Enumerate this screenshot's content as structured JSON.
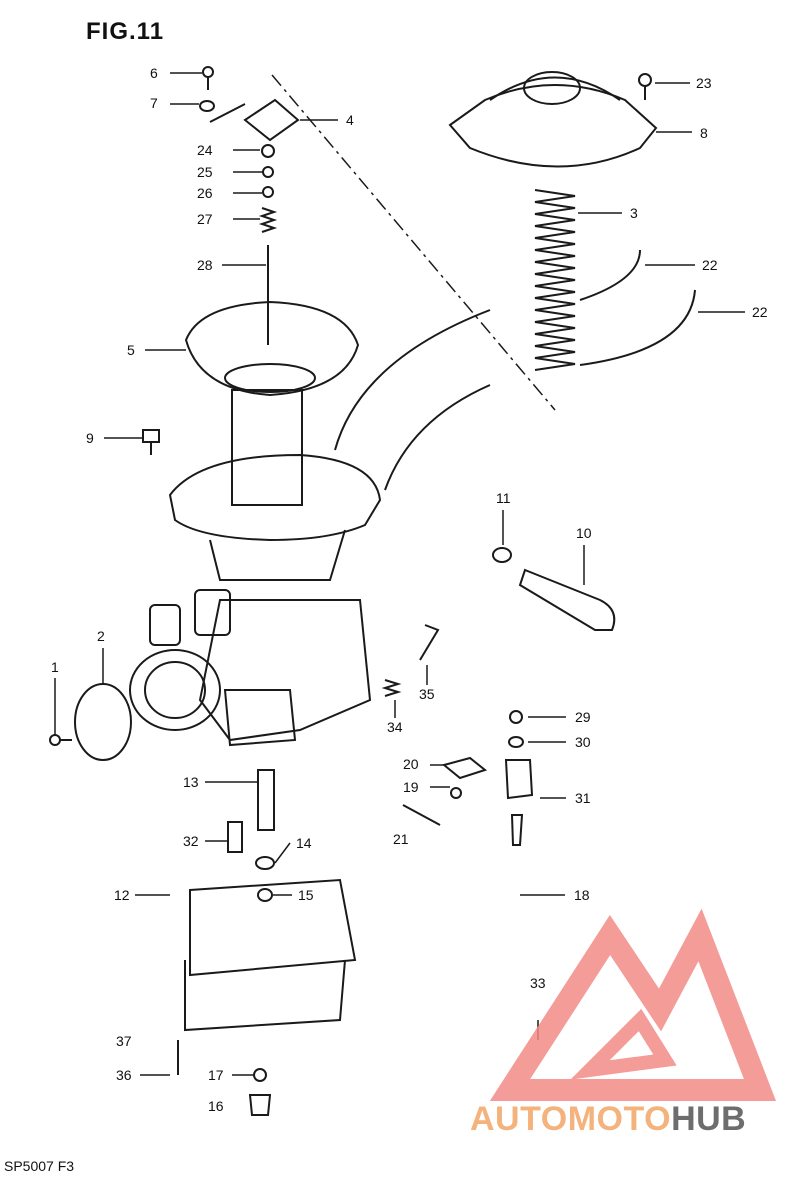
{
  "figure": {
    "title": "FIG.11",
    "code": "SP5007 F3"
  },
  "callouts": [
    {
      "id": "c6",
      "label": "6"
    },
    {
      "id": "c7",
      "label": "7"
    },
    {
      "id": "c4",
      "label": "4"
    },
    {
      "id": "c24",
      "label": "24"
    },
    {
      "id": "c25",
      "label": "25"
    },
    {
      "id": "c26",
      "label": "26"
    },
    {
      "id": "c27",
      "label": "27"
    },
    {
      "id": "c28",
      "label": "28"
    },
    {
      "id": "c5",
      "label": "5"
    },
    {
      "id": "c9",
      "label": "9"
    },
    {
      "id": "c23",
      "label": "23"
    },
    {
      "id": "c8",
      "label": "8"
    },
    {
      "id": "c3",
      "label": "3"
    },
    {
      "id": "c22a",
      "label": "22"
    },
    {
      "id": "c22b",
      "label": "22"
    },
    {
      "id": "c11",
      "label": "11"
    },
    {
      "id": "c10",
      "label": "10"
    },
    {
      "id": "c2",
      "label": "2"
    },
    {
      "id": "c1",
      "label": "1"
    },
    {
      "id": "c35",
      "label": "35"
    },
    {
      "id": "c34",
      "label": "34"
    },
    {
      "id": "c29",
      "label": "29"
    },
    {
      "id": "c30",
      "label": "30"
    },
    {
      "id": "c20",
      "label": "20"
    },
    {
      "id": "c19",
      "label": "19"
    },
    {
      "id": "c31",
      "label": "31"
    },
    {
      "id": "c13",
      "label": "13"
    },
    {
      "id": "c21",
      "label": "21"
    },
    {
      "id": "c32",
      "label": "32"
    },
    {
      "id": "c14",
      "label": "14"
    },
    {
      "id": "c12",
      "label": "12"
    },
    {
      "id": "c15",
      "label": "15"
    },
    {
      "id": "c18",
      "label": "18"
    },
    {
      "id": "c33",
      "label": "33"
    },
    {
      "id": "c37",
      "label": "37"
    },
    {
      "id": "c36",
      "label": "36"
    },
    {
      "id": "c17",
      "label": "17"
    },
    {
      "id": "c16",
      "label": "16"
    }
  ],
  "watermark": {
    "text_part1": "AUTOMOTO",
    "text_part2": "HUB",
    "colors": {
      "triangle": "#f28b87",
      "text_orange": "#f4b37c",
      "text_gray": "#6d6d6d"
    }
  }
}
